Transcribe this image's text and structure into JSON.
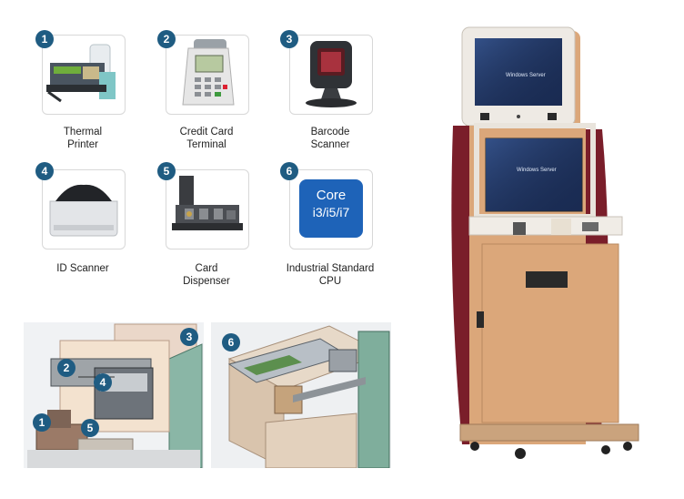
{
  "components": [
    {
      "number": "1",
      "line1": "Thermal",
      "line2": "Printer",
      "icon": "thermal-printer"
    },
    {
      "number": "2",
      "line1": "Credit Card",
      "line2": "Terminal",
      "icon": "credit-card-terminal"
    },
    {
      "number": "3",
      "line1": "Barcode",
      "line2": "Scanner",
      "icon": "barcode-scanner"
    },
    {
      "number": "4",
      "line1": "ID Scanner",
      "line2": "",
      "icon": "id-scanner"
    },
    {
      "number": "5",
      "line1": "Card",
      "line2": "Dispenser",
      "icon": "card-dispenser"
    },
    {
      "number": "6",
      "line1": "Industrial Standard",
      "line2": "CPU",
      "icon": "cpu-chip"
    }
  ],
  "cpu_chip": {
    "line1": "Core",
    "line2": "i3/i5/i7"
  },
  "diagram_left_markers": [
    "1",
    "2",
    "3",
    "4",
    "5"
  ],
  "diagram_right_markers": [
    "6"
  ],
  "kiosk": {
    "screen_text": "Windows Server"
  },
  "colors": {
    "badge": "#1f5c82",
    "kiosk_body": "#dba77a",
    "kiosk_side": "#7a1e2a",
    "cpu_blue": "#1e63b8"
  }
}
